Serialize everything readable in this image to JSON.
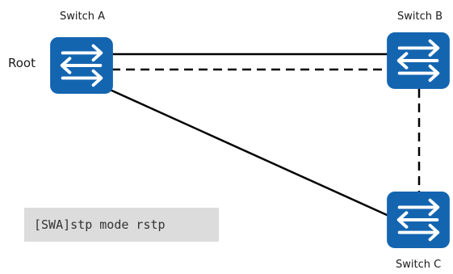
{
  "labels": {
    "switch_a": "Switch A",
    "switch_b": "Switch B",
    "switch_c": "Switch C",
    "root": "Root"
  },
  "command": "[SWA]stp mode rstp",
  "switches": [
    {
      "id": "A",
      "icon": "switch-icon"
    },
    {
      "id": "B",
      "icon": "switch-icon"
    },
    {
      "id": "C",
      "icon": "switch-icon"
    }
  ],
  "links": [
    {
      "from": "A",
      "to": "B",
      "style": "solid"
    },
    {
      "from": "A",
      "to": "B",
      "style": "dashed"
    },
    {
      "from": "B",
      "to": "C",
      "style": "dashed"
    },
    {
      "from": "A",
      "to": "C",
      "style": "solid"
    }
  ],
  "colors": {
    "switch_fill": "#1465b0",
    "link": "#000000",
    "command_bg": "#dcdcdc"
  }
}
